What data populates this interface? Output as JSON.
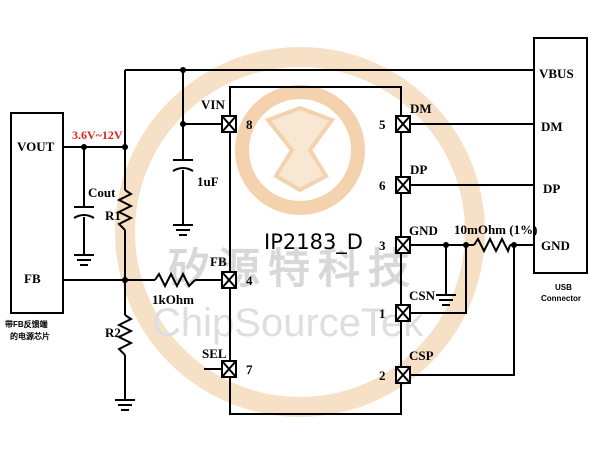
{
  "watermark": {
    "cn": "矽源特科技",
    "en": "ChipSourceTek"
  },
  "chip": {
    "name": "IP2183_D"
  },
  "source": {
    "vout": "VOUT",
    "fb": "FB",
    "range": "3.6V~12V",
    "caption_line1": "带FB反馈端",
    "caption_line2": "的电源芯片"
  },
  "components": {
    "cout": "Cout",
    "r1": "R1",
    "r2": "R2",
    "r_fb": "1kOhm",
    "c_vin": "1uF",
    "r_sense": "10mOhm (1%)"
  },
  "pins": [
    {
      "name": "VIN",
      "num": "8"
    },
    {
      "name": "FB",
      "num": "4"
    },
    {
      "name": "SEL",
      "num": "7"
    },
    {
      "name": "DM",
      "num": "5"
    },
    {
      "name": "DP",
      "num": "6"
    },
    {
      "name": "GND",
      "num": "3"
    },
    {
      "name": "CSN",
      "num": "1"
    },
    {
      "name": "CSP",
      "num": "2"
    }
  ],
  "usb": {
    "vbus": "VBUS",
    "dm": "DM",
    "dp": "DP",
    "gnd": "GND",
    "title_line1": "USB",
    "title_line2": "Connector"
  },
  "colors": {
    "wire": "#000000",
    "range_label": "#e0201a",
    "watermark_ring": "#f6d9b8"
  }
}
